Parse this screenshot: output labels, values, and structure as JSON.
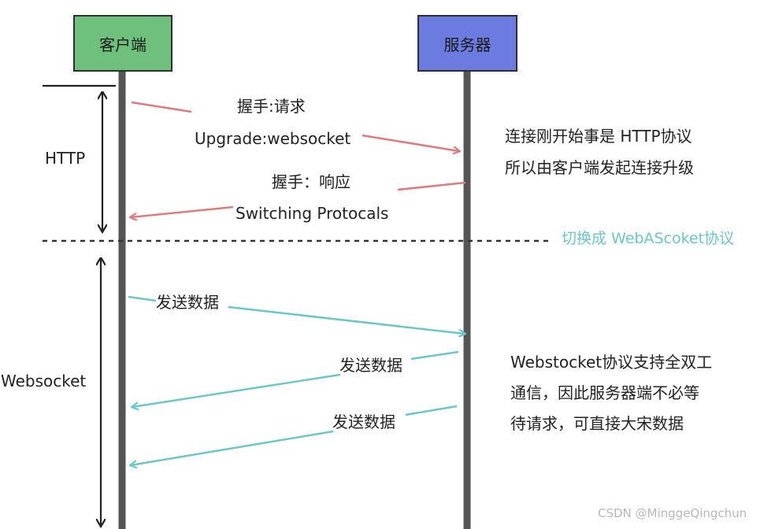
{
  "participants": {
    "client": {
      "label": "客户端",
      "color": "#6fc07c"
    },
    "server": {
      "label": "服务器",
      "color": "#6b7be0"
    }
  },
  "phases": {
    "http": "HTTP",
    "websocket": "Websocket"
  },
  "messages": {
    "handshake_request": "握手:请求",
    "upgrade": "Upgrade:websocket",
    "handshake_response": "握手：响应",
    "switching": "Switching Protocals",
    "send1": "发送数据",
    "send2": "发送数据",
    "send3": "发送数据"
  },
  "notes": {
    "http_note": [
      "连接刚开始事是 HTTP协议",
      "所以由客户端发起连接升级"
    ],
    "switch_note": "切换成 WebAScoket协议",
    "ws_note": [
      "Webstocket协议支持全双工",
      "通信，因此服务器端不必等",
      "待请求，可直接大宋数据"
    ]
  },
  "watermark": "CSDN @MinggeQingchun",
  "colors": {
    "http_arrow": "#e07b7b",
    "ws_arrow": "#6cc7c9",
    "switch_text": "#6cc7c9",
    "lifeline": "#555555",
    "divider": "#333333"
  }
}
